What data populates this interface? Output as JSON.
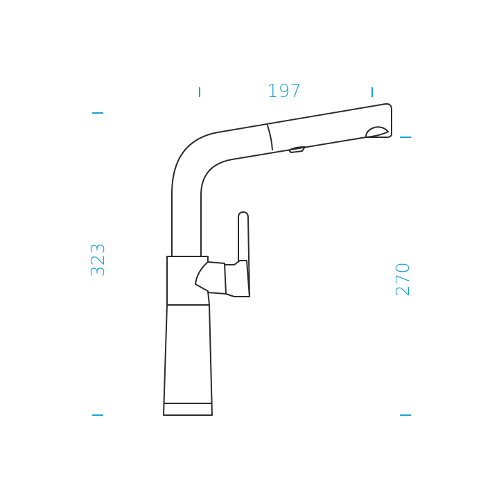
{
  "dimensions": {
    "width_label": "197",
    "total_height_label": "323",
    "spout_height_label": "270"
  },
  "colors": {
    "dimension": "#1aa0d8",
    "outline": "#2b2b2b",
    "background": "#ffffff"
  }
}
